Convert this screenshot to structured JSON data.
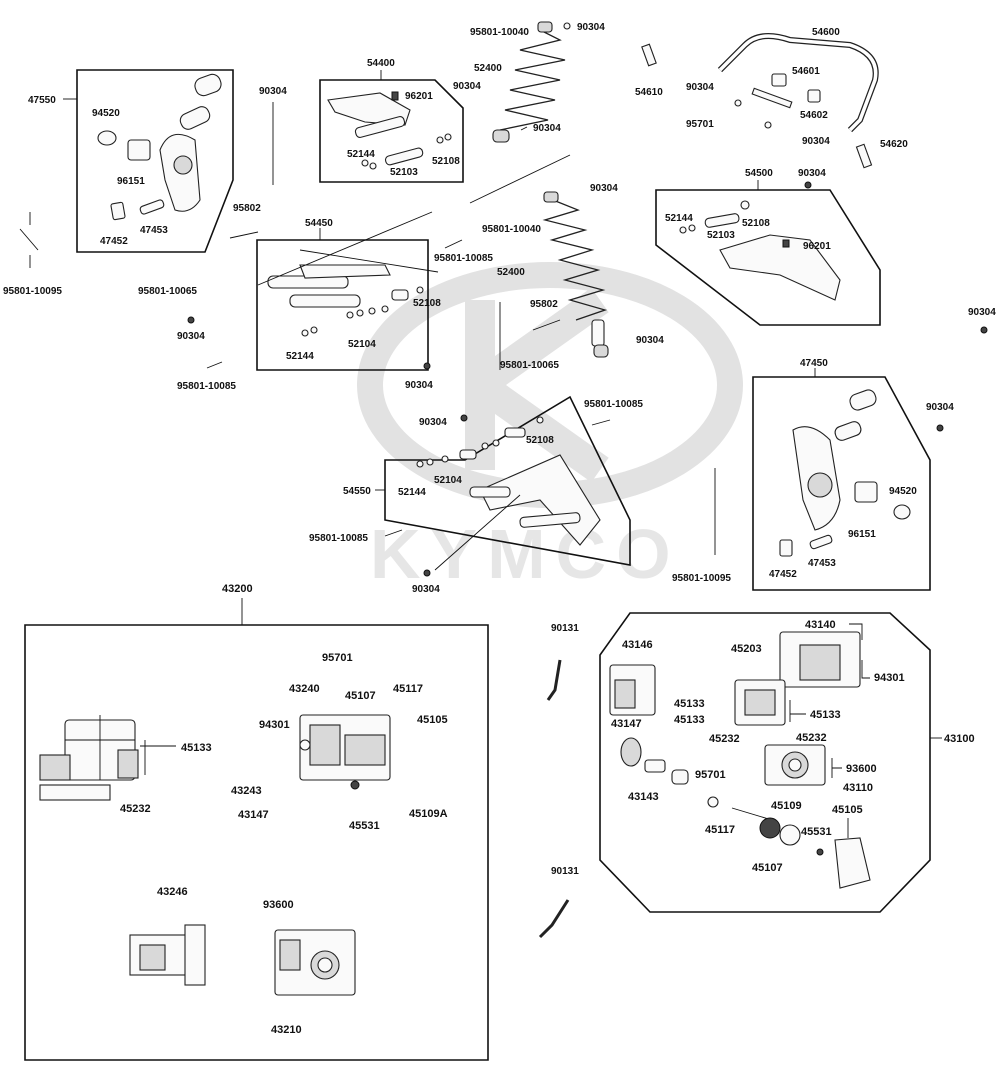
{
  "watermark": {
    "brand": "KYMCO"
  },
  "labels": {
    "p47550": "47550",
    "p94520a": "94520",
    "p96151a": "96151",
    "p47452a": "47452",
    "p47453a": "47453",
    "p90304_a": "90304",
    "p95802a": "95802",
    "p95801_10095a": "95801-10095",
    "p54400": "54400",
    "p96201a": "96201",
    "p90304_b": "90304",
    "p52144a": "52144",
    "p52108a": "52108",
    "p52103a": "52103",
    "p95801_10040a": "95801-10040",
    "p90304_c": "90304",
    "p52400a": "52400",
    "p90304_d": "90304",
    "p54610": "54610",
    "p54600": "54600",
    "p54601": "54601",
    "p90304_e": "90304",
    "p54602": "54602",
    "p95701a": "95701",
    "p90304_f": "90304",
    "p54620": "54620",
    "p54450": "54450",
    "p95801_10065a": "95801-10065",
    "p52108b": "52108",
    "p52104a": "52104",
    "p52144b": "52144",
    "p90304_g": "90304",
    "p95801_10085a": "95801-10085",
    "p95801_10085b": "95801-10085",
    "p90304_h": "90304",
    "p95801_10040b": "95801-10040",
    "p90304_i": "90304",
    "p52400b": "52400",
    "p95802b": "95802",
    "p90304_j": "90304",
    "p95801_10065b": "95801-10065",
    "p54500": "54500",
    "p90304_k": "90304",
    "p52144c": "52144",
    "p52108c": "52108",
    "p52103b": "52103",
    "p96201b": "96201",
    "p90304_l": "90304",
    "p47450": "47450",
    "p90304_m": "90304",
    "p94520b": "94520",
    "p96151b": "96151",
    "p47452b": "47452",
    "p47453b": "47453",
    "p90304_n": "90304",
    "p95801_10085c": "95801-10085",
    "p52108d": "52108",
    "p52104b": "52104",
    "p52144d": "52144",
    "p54550": "54550",
    "p95801_10085d": "95801-10085",
    "p90304_o": "90304",
    "p95801_10095b": "95801-10095",
    "p43200": "43200",
    "p45133a": "45133",
    "p45232a": "45232",
    "p95701b": "95701",
    "p43240": "43240",
    "p45107a": "45107",
    "p45117a": "45117",
    "p94301a": "94301",
    "p45105a": "45105",
    "p43243": "43243",
    "p43147a": "43147",
    "p45531a": "45531",
    "p45109A": "45109A",
    "p43246": "43246",
    "p93600a": "93600",
    "p43210": "43210",
    "p90131a": "90131",
    "p90131b": "90131",
    "p43140": "43140",
    "p43146": "43146",
    "p45203": "45203",
    "p94301b": "94301",
    "p45133b": "45133",
    "p45133c": "45133",
    "p45133d": "45133",
    "p43147b": "43147",
    "p45232b": "45232",
    "p45232c": "45232",
    "p43100": "43100",
    "p43143": "43143",
    "p95701c": "95701",
    "p93600b": "93600",
    "p43110": "43110",
    "p45109b": "45109",
    "p45105b": "45105",
    "p45117b": "45117",
    "p45531b": "45531",
    "p45107b": "45107"
  }
}
